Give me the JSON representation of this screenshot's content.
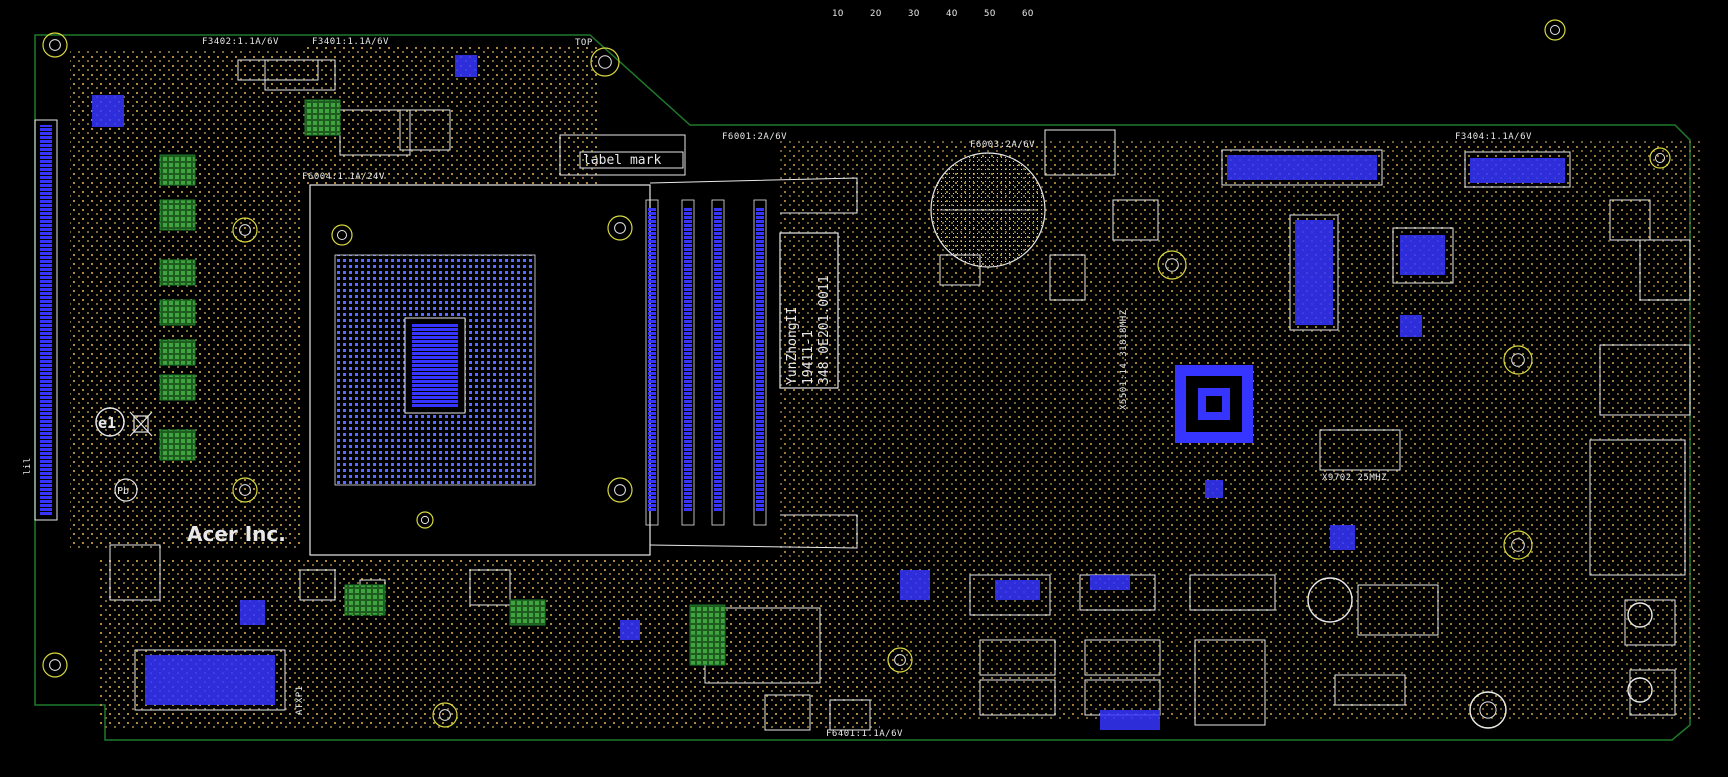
{
  "board": {
    "fuses": {
      "f3402": "F3402:1.1A/6V",
      "f3401": "F3401:1.1A/6V",
      "f6004": "F6004:1.1A/24V",
      "f6001": "F6001:2A/6V",
      "f6003": "F6003:2A/6V",
      "f3404": "F3404:1.1A/6V",
      "f6401": "F6401:1.1A/6V"
    },
    "top_marker": "TOP",
    "label_mark": "label mark",
    "chip_label": {
      "line1": "YunZhongII",
      "line2": "19411-1",
      "line3": "348.0E201.0011"
    },
    "crystal_main": "X5501:14.31818MHZ",
    "crystal_x9702": "X9702 25MHZ",
    "brand": "Acer Inc.",
    "connector_atx": "ATXP1",
    "e_mark": "e1",
    "pb_mark": "Pb",
    "left_edge_tag": "lil",
    "top_edge_marks": [
      "1O",
      "2O",
      "3O",
      "4O",
      "5O",
      "6O"
    ]
  },
  "colors": {
    "background": "#000000",
    "silkscreen": "#e8e8e8",
    "pads_blue": "#3535ff",
    "pad_grid": "#5a6cff",
    "vias_gold": "#b08a3a",
    "outline_green": "#1e7a2a",
    "copper_green": "#2a8a2a",
    "mount_yellow": "#d8d840"
  }
}
